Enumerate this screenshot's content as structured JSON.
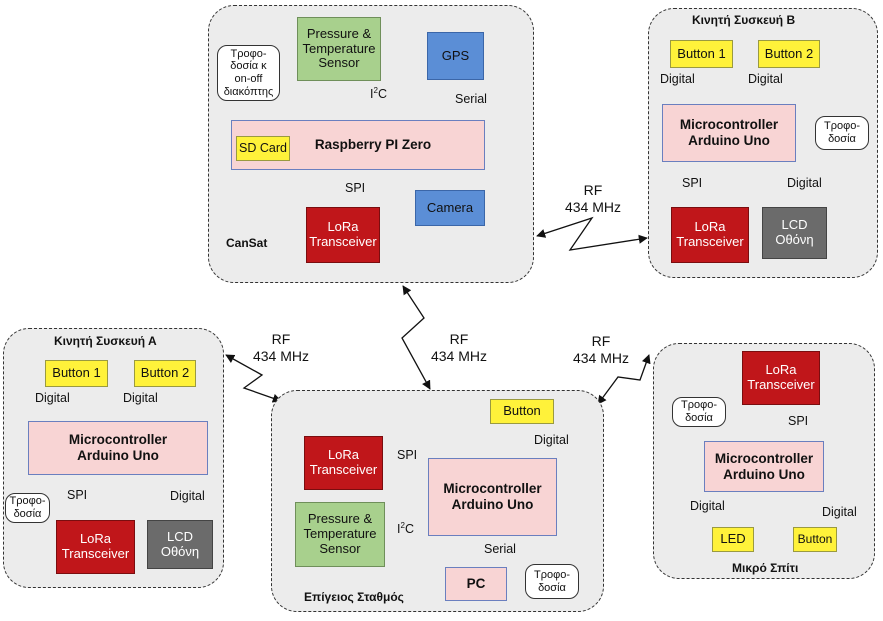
{
  "cansat": {
    "title": "CanSat",
    "pressure_sensor": "Pressure &\nTemperature\nSensor",
    "gps": "GPS",
    "power_note": "Τροφο-\nδοσία κ\non-off\nδιακόπτης",
    "i2c_prefix": "I",
    "i2c_sup": "2",
    "i2c_suffix": "C",
    "serial": "Serial",
    "raspberry": "Raspberry PI Zero",
    "sd_card": "SD Card",
    "spi": "SPI",
    "lora": "LoRa\nTransceiver",
    "camera": "Camera"
  },
  "device_b": {
    "title": "Κινητή Συσκευή Β",
    "button1": "Button 1",
    "button2": "Button 2",
    "digital1": "Digital",
    "digital2": "Digital",
    "microcontroller": "Microcontroller\nArduino Uno",
    "power_note": "Τροφο-\nδοσία",
    "spi": "SPI",
    "digital3": "Digital",
    "lora": "LoRa\nTransceiver",
    "lcd": "LCD\nΟθόνη"
  },
  "device_a": {
    "title": "Κινητή Συσκευή Α",
    "button1": "Button 1",
    "button2": "Button 2",
    "digital1": "Digital",
    "digital2": "Digital",
    "microcontroller": "Microcontroller\nArduino Uno",
    "power_note": "Τροφο-\nδοσία",
    "spi": "SPI",
    "digital3": "Digital",
    "lora": "LoRa\nTransceiver",
    "lcd": "LCD\nΟθόνη"
  },
  "ground": {
    "title": "Επίγειος Σταθμός",
    "button": "Button",
    "digital": "Digital",
    "lora": "LoRa\nTransceiver",
    "spi": "SPI",
    "microcontroller": "Microcontroller\nArduino Uno",
    "pressure_sensor": "Pressure &\nTemperature\nSensor",
    "i2c_prefix": "I",
    "i2c_sup": "2",
    "i2c_suffix": "C",
    "serial": "Serial",
    "pc": "PC",
    "power_note": "Τροφο-\nδοσία"
  },
  "house": {
    "title": "Μικρό Σπίτι",
    "lora": "LoRa\nTransceiver",
    "spi": "SPI",
    "power_note": "Τροφο-\nδοσία",
    "microcontroller": "Microcontroller\nArduino Uno",
    "digital1": "Digital",
    "digital2": "Digital",
    "led": "LED",
    "button": "Button"
  },
  "rf_links": [
    {
      "label": "RF\n434 MHz"
    },
    {
      "label": "RF\n434 MHz"
    },
    {
      "label": "RF\n434 MHz"
    },
    {
      "label": "RF\n434 MHz"
    }
  ],
  "colors": {
    "button": "#fff23a",
    "microcontroller": "#f8d4d4",
    "sensor": "#a8d08d",
    "gps_camera": "#5b8ed6",
    "lora": "#c0161a",
    "lcd": "#6b6b6b",
    "group_bg": "#ececec"
  }
}
